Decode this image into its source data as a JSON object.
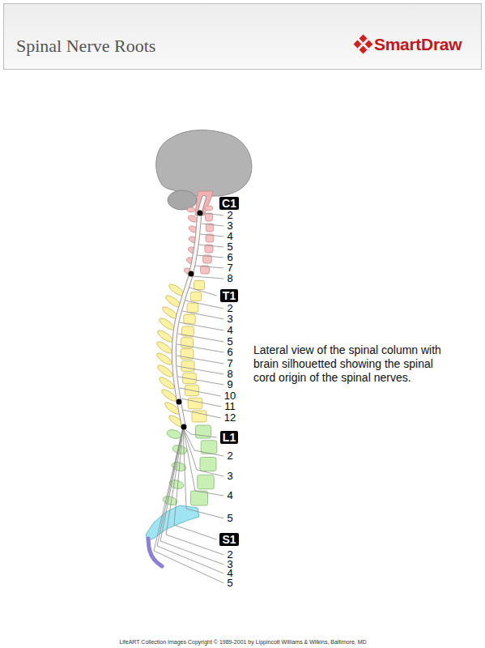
{
  "diagram": {
    "title": "Spinal Nerve Roots",
    "caption": "Lateral view of the spinal column with brain silhouetted showing the spinal cord origin of the spinal nerves.",
    "nodes": [
      {
        "text": [
          "C1"
        ]
      },
      {
        "text": [
          "T1"
        ]
      },
      {
        "text": [
          "L1"
        ]
      },
      {
        "text": [
          "S1"
        ]
      }
    ],
    "labels": [
      "SmartDraw",
      "2",
      "3",
      "4",
      "5",
      "6",
      "7",
      "8",
      "2",
      "3",
      "4",
      "5",
      "6",
      "7",
      "8",
      "9",
      "10",
      "11",
      "12",
      "2",
      "3",
      "4",
      "5",
      "2",
      "3",
      "4",
      "5",
      "LifeART Collection Images Copyright © 1989-2001 by Lippincott Williams & Wilkins, Baltimore, MD"
    ]
  }
}
